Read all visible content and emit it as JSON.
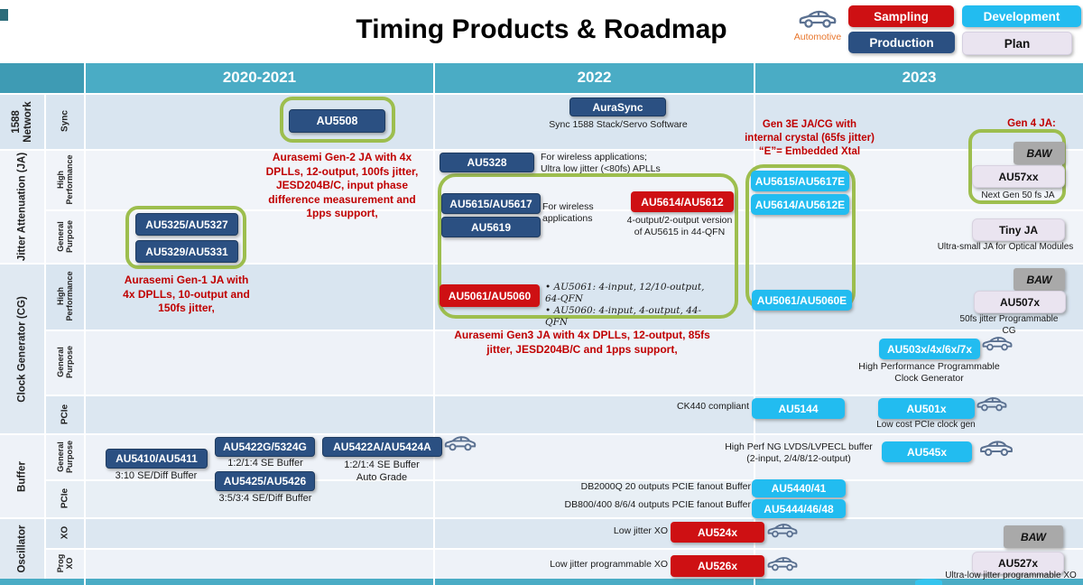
{
  "title": "Timing Products & Roadmap",
  "legend": {
    "automotive": "Automotive",
    "sampling": "Sampling",
    "development": "Development",
    "production": "Production",
    "plan": "Plan"
  },
  "header": {
    "columns": [
      "2020-2021",
      "2022",
      "2023"
    ]
  },
  "row_groups": [
    {
      "category": "1588 Network",
      "subs": [
        "Sync"
      ]
    },
    {
      "category": "Jitter Attenuation (JA)",
      "subs": [
        "High Performance",
        "General Purpose"
      ]
    },
    {
      "category": "Clock Generator (CG)",
      "subs": [
        "High Performance",
        "General Purpose",
        "PCIe"
      ]
    },
    {
      "category": "Buffer",
      "subs": [
        "General Purpose",
        "PCIe"
      ]
    },
    {
      "category": "Oscillator",
      "subs": [
        "XO",
        "Prog XO"
      ]
    }
  ],
  "products": {
    "au5508": "AU5508",
    "aurasync": "AuraSync",
    "au5328": "AU5328",
    "au5615_5617": "AU5615/AU5617",
    "au5619": "AU5619",
    "au5614_5612": "AU5614/AU5612",
    "au5325_5327": "AU5325/AU5327",
    "au5329_5331": "AU5329/AU5331",
    "au5615_5617e": "AU5615/AU5617E",
    "au5614_5612e": "AU5614/AU5612E",
    "baw_ja": "BAW",
    "au57xx": "AU57xx",
    "tiny_ja": "Tiny JA",
    "au5061_5060": "AU5061/AU5060",
    "au5061_5060e": "AU5061/AU5060E",
    "baw_cg": "BAW",
    "au507x": "AU507x",
    "au503x": "AU503x/4x/6x/7x",
    "au5144": "AU5144",
    "au501x": "AU501x",
    "au5410_5411": "AU5410/AU5411",
    "au5422g_5324g": "AU5422G/5324G",
    "au5425_5426": "AU5425/AU5426",
    "au5422a_5424a": "AU5422A/AU5424A",
    "au545x": "AU545x",
    "au5440_41": "AU5440/41",
    "au5444_46_48": "AU5444/46/48",
    "au524x": "AU524x",
    "au526x": "AU526x",
    "baw_osc": "BAW",
    "au527x": "AU527x"
  },
  "captions": {
    "aurasync": "Sync 1588 Stack/Servo Software",
    "au5328": "For wireless applications;\nUltra low jitter (<80fs) APLLs",
    "wireless": "For wireless\napplications",
    "au5614": "4-output/2-output version\nof AU5615 in 44-QFN",
    "next_gen": "Next Gen 50 fs JA",
    "tiny_ja": "Ultra-small JA for Optical Modules",
    "au5061_bullets": "• AU5061: 4-input, 12/10-output,\n64-QFN\n• AU5060: 4-input, 4-output, 44-\nQFN",
    "au507x": "50fs jitter Programmable\nCG",
    "au503x": "High Performance Programmable\nClock Generator",
    "ck440": "CK440 compliant",
    "au501x": "Low cost PCIe clock gen",
    "au5410": "3:10 SE/Diff Buffer",
    "au5422g": "1:2/1:4 SE Buffer",
    "au5425": "3:5/3:4 SE/Diff Buffer",
    "au5422a": "1:2/1:4 SE Buffer\nAuto Grade",
    "au545x": "High Perf NG LVDS/LVPECL buffer\n(2-input, 2/4/8/12-output)",
    "db2000q": "DB2000Q  20 outputs PCIE fanout Buffer",
    "db800": "DB800/400 8/6/4 outputs PCIE fanout Buffer",
    "low_jitter_xo": "Low jitter XO",
    "low_jitter_prog_xo": "Low jitter programmable XO",
    "au527x": "Ultra-low jitter programmable XO"
  },
  "annotations": {
    "gen2": "Aurasemi Gen-2 JA with 4x\nDPLLs,  12-output, 100fs jitter,\nJESD204B/C, input phase\ndifference measurement and\n1pps support,",
    "gen3e": "Gen 3E JA/CG with\ninternal crystal (65fs jitter)\n“E”= Embedded Xtal",
    "gen4": "Gen 4 JA:",
    "gen1": "Aurasemi Gen-1 JA with\n4x DPLLs, 10-output and\n150fs jitter,",
    "gen3": "Aurasemi Gen3 JA with 4x DPLLs, 12-output, 85fs\njitter, JESD204B/C and 1pps support,"
  },
  "colors": {
    "sampling_red": "#CE1013",
    "development_cyan": "#22BCF0",
    "production_blue": "#2B5082",
    "plan_lavender": "#EAE4F0",
    "automotive_orange": "#E8762C",
    "header_teal": "#4AACC5",
    "roadmap_outline_green": "#9DBE4E",
    "annotation_red": "#C00000"
  }
}
